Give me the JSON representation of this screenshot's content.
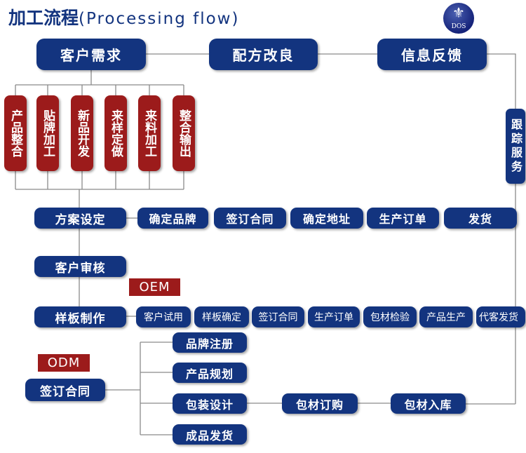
{
  "title": {
    "cn": "加工流程",
    "en": "(Processing flow)"
  },
  "logo": {
    "text": "DOS",
    "symbol": "⚜"
  },
  "top_row": [
    "客户需求",
    "配方改良",
    "信息反馈"
  ],
  "side_service": "跟踪服务",
  "services": [
    "产品整合",
    "贴牌加工",
    "新品开发",
    "来样定做",
    "来料加工",
    "整合输出"
  ],
  "left_column": [
    "方案设定",
    "客户审核",
    "样板制作"
  ],
  "flow_row1": [
    "确定品牌",
    "签订合同",
    "确定地址",
    "生产订单",
    "发货"
  ],
  "oem": {
    "tag": "OEM",
    "steps": [
      "客户试用",
      "样板确定",
      "签订合同",
      "生产订单",
      "包材检验",
      "产品生产",
      "代客发货"
    ]
  },
  "odm": {
    "tag": "ODM",
    "start": "签订合同",
    "branches": [
      "品牌注册",
      "产品规划",
      "包装设计",
      "成品发货"
    ],
    "packaging_flow": [
      "包材订购",
      "包材入库"
    ]
  }
}
